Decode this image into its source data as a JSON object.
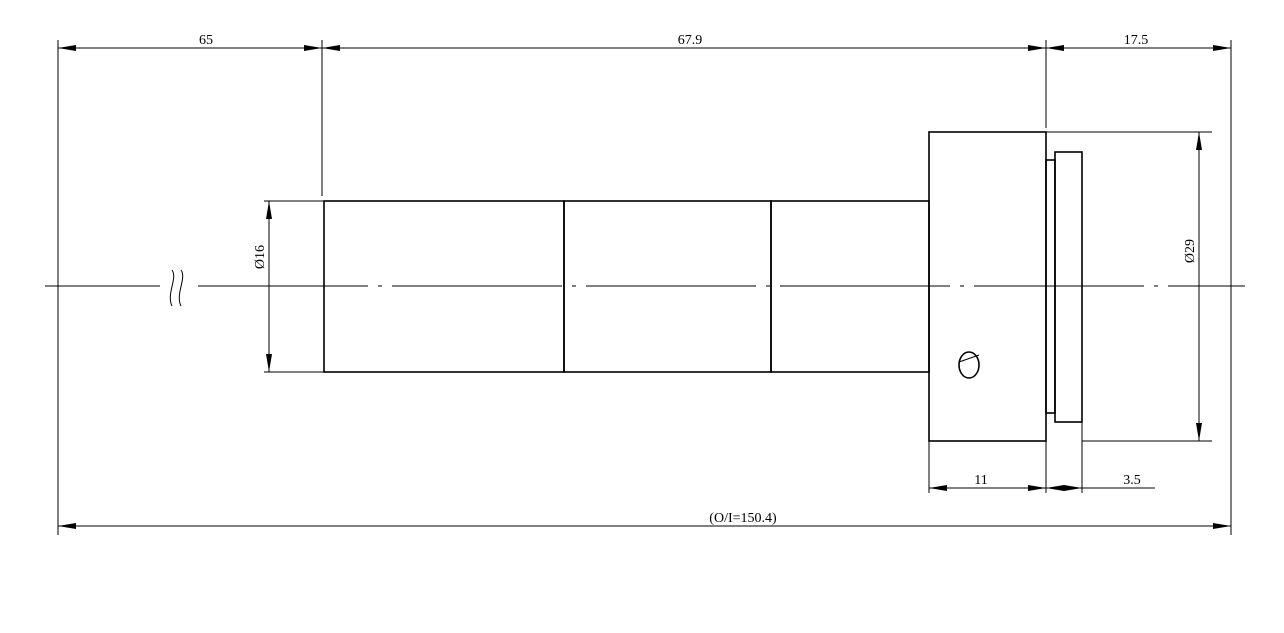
{
  "drawing": {
    "dimensions": {
      "d65": "65",
      "d679": "67.9",
      "d175": "17.5",
      "dia16": "Ø16",
      "dia29": "Ø29",
      "d11": "11",
      "d35": "3.5",
      "total": "(O/I=150.4)"
    }
  }
}
